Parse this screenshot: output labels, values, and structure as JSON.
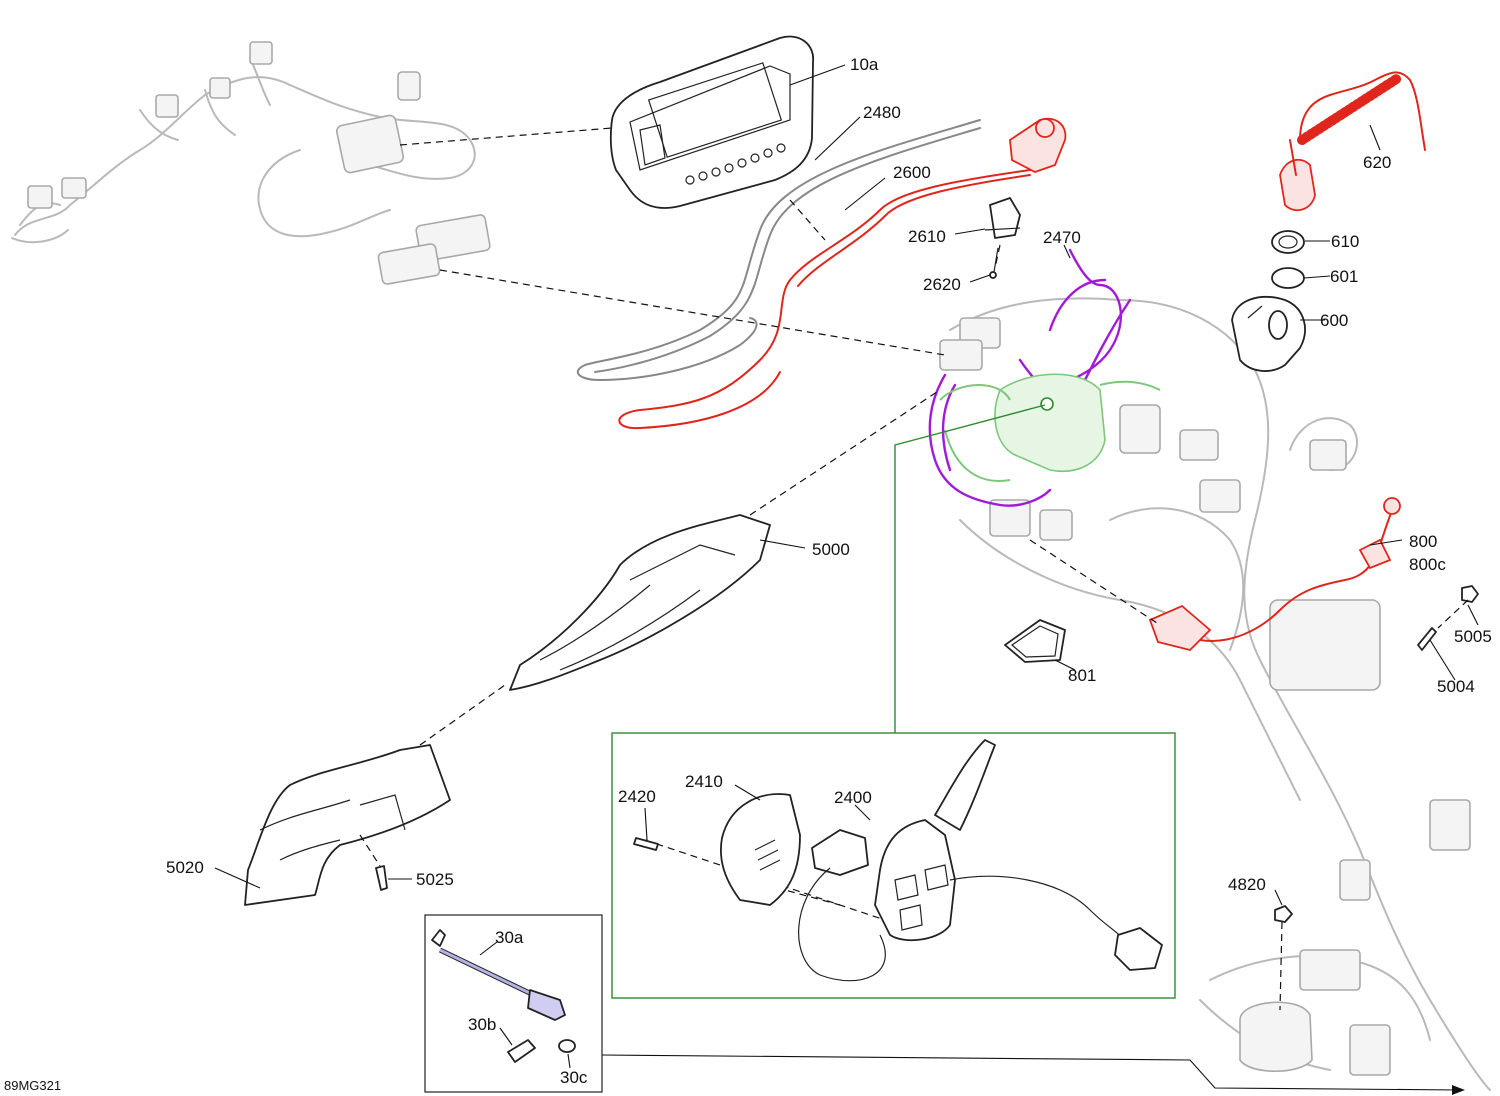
{
  "colors": {
    "highlight_red": "#e0261c",
    "highlight_purple": "#a21ad6",
    "highlight_green": "#7cc77a",
    "detail_box_green": "#2e8b2e",
    "ghost_gray": "#b9b9b9"
  },
  "reference_code": "89MG321",
  "labels": {
    "l10a": "10a",
    "l2480": "2480",
    "l2600": "2600",
    "l2610": "2610",
    "l2620": "2620",
    "l2470": "2470",
    "l620": "620",
    "l610": "610",
    "l601": "601",
    "l600": "600",
    "l800": "800",
    "l800c": "800c",
    "l5005": "5005",
    "l5004": "5004",
    "l801": "801",
    "l5000": "5000",
    "l5020": "5020",
    "l5025": "5025",
    "l2420": "2420",
    "l2410": "2410",
    "l2400": "2400",
    "l4820": "4820",
    "l30a": "30a",
    "l30b": "30b",
    "l30c": "30c"
  }
}
